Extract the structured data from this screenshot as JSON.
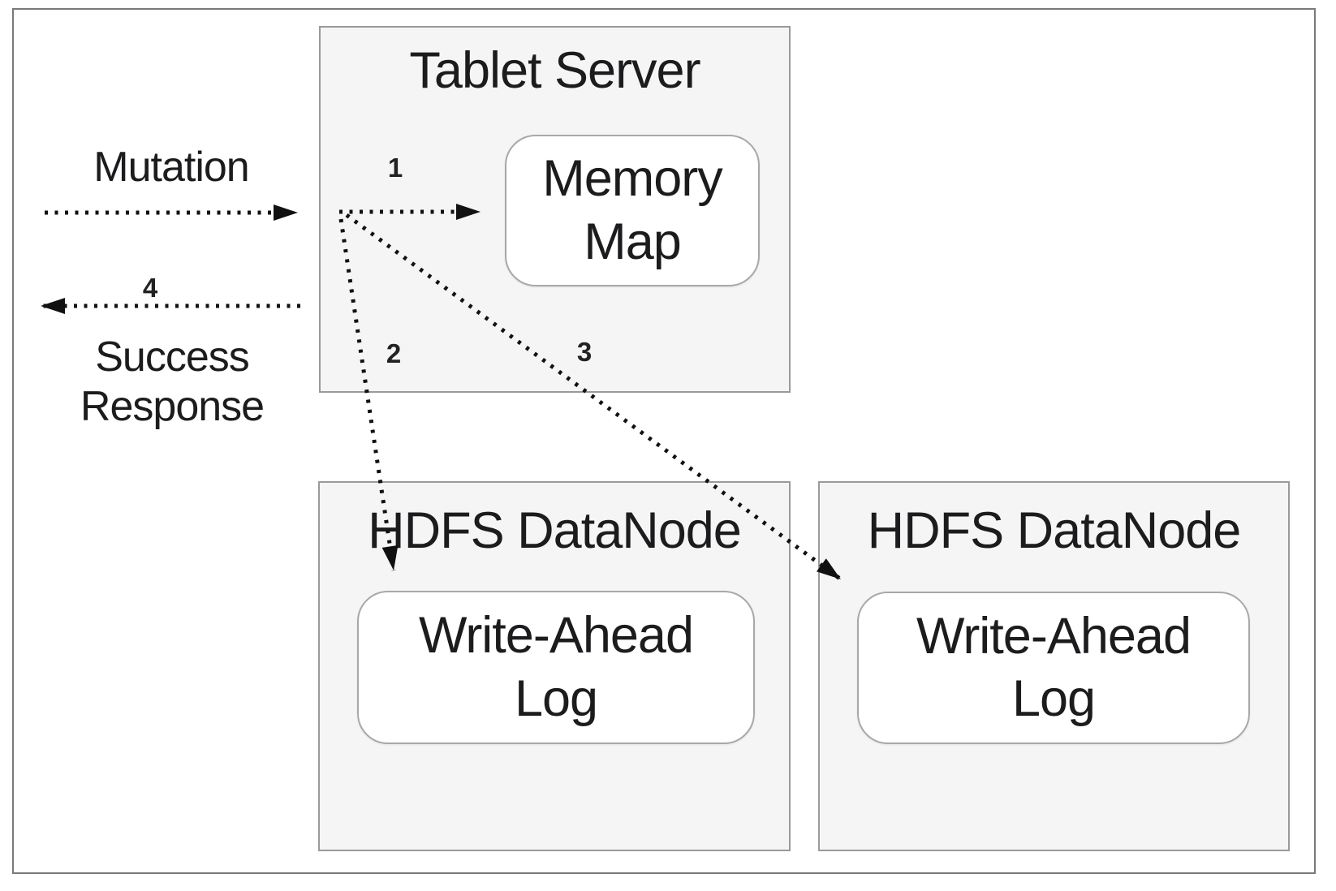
{
  "diagram": {
    "nodes": {
      "tablet_server": {
        "title": "Tablet Server",
        "memory_map": {
          "line1": "Memory",
          "line2": "Map"
        }
      },
      "datanode_left": {
        "title": "HDFS DataNode",
        "wal": {
          "line1": "Write-Ahead",
          "line2": "Log"
        }
      },
      "datanode_right": {
        "title": "HDFS DataNode",
        "wal": {
          "line1": "Write-Ahead",
          "line2": "Log"
        }
      }
    },
    "labels": {
      "mutation": "Mutation",
      "success": "Success",
      "response": "Response"
    },
    "steps": {
      "s1": "1",
      "s2": "2",
      "s3": "3",
      "s4": "4"
    }
  },
  "colors": {
    "node_fill": "#f5f5f5",
    "node_border": "#9a9a9a",
    "pill_fill": "#ffffff",
    "pill_border": "#a8a8a8",
    "arrow_color": "#111111",
    "text_color": "#1c1c1e",
    "frame_border": "#7a7a7a",
    "page_bg": "#ffffff"
  }
}
